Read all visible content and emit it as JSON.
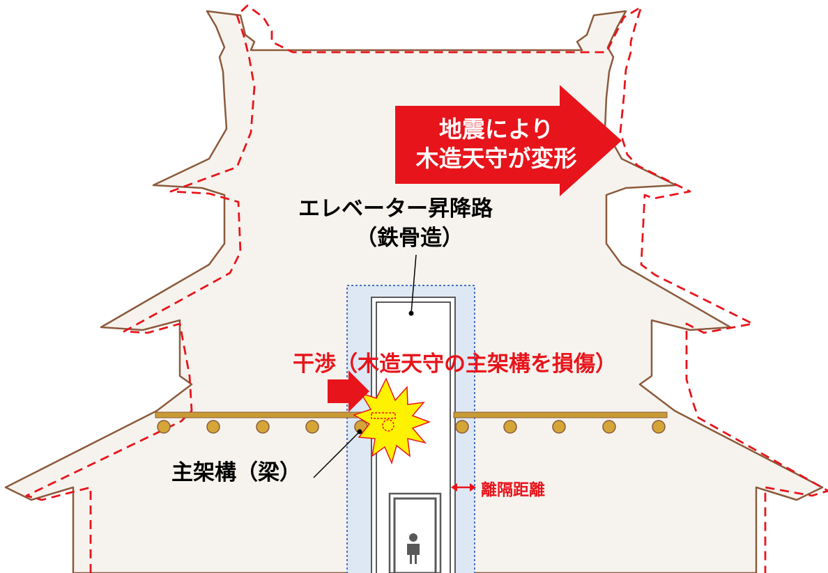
{
  "labels": {
    "quake_line1": "地震により",
    "quake_line2": "木造天守が変形",
    "elevator_line1": "エレベーター昇降路",
    "elevator_line2": "（鉄骨造）",
    "interference": "干渉（木造天守の主架構を損傷）",
    "beam": "主架構（梁）",
    "clearance": "離隔距離"
  },
  "icons": {
    "person": "person-icon",
    "clearance_arrow": "double-arrow-icon",
    "impact": "explosion-burst-icon",
    "push_arrow": "right-arrow-icon"
  },
  "colors": {
    "building_fill": "#f6f3ee",
    "building_outline": "#8b5a3c",
    "deformed_outline": "#e8141b",
    "accent_red": "#e8141b",
    "shaft_fill": "#dde8f4",
    "shaft_border": "#4472c4",
    "beam": "#c89b34",
    "burst": "#fff200"
  }
}
